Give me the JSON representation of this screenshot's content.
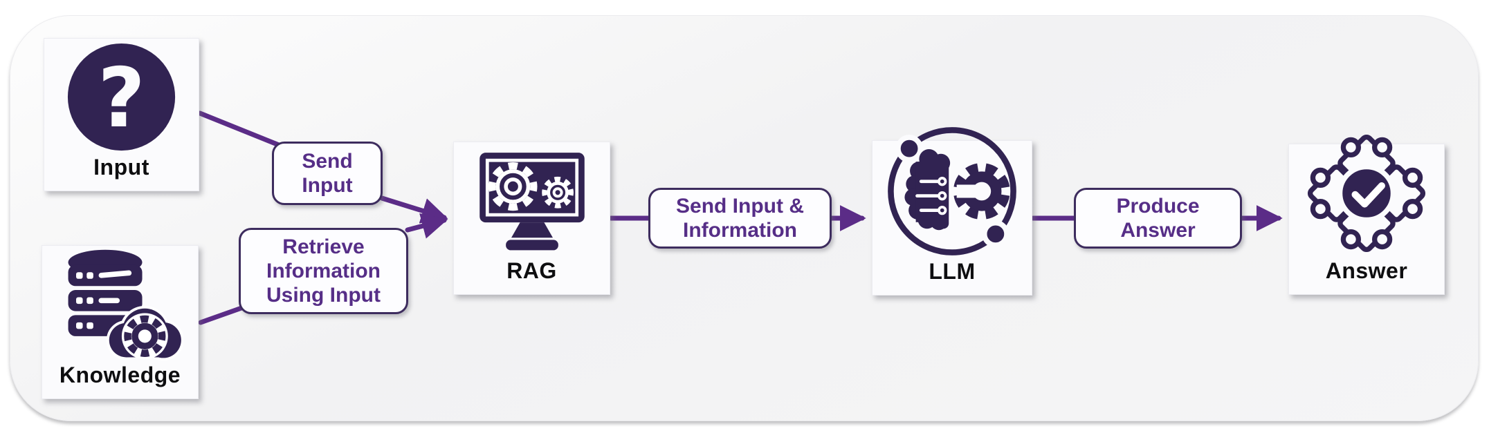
{
  "colors": {
    "icon_ink": "#312352",
    "arrow_purple": "#5b2c87",
    "tag_text_purple": "#562e87",
    "tag_border": "#3d2c5e",
    "canvas_background": "#f3f3f4",
    "card_background": "#fbfbfd",
    "node_label_color": "#0e0e10"
  },
  "nodes": [
    {
      "id": "input",
      "label": "Input",
      "icon": "question-mark-icon"
    },
    {
      "id": "knowledge",
      "label": "Knowledge",
      "icon": "database-gear-icon"
    },
    {
      "id": "rag",
      "label": "RAG",
      "icon": "monitor-gears-icon"
    },
    {
      "id": "llm",
      "label": "LLM",
      "icon": "brain-gear-orbit-icon"
    },
    {
      "id": "answer",
      "label": "Answer",
      "icon": "puzzle-check-icon"
    }
  ],
  "connectors": [
    {
      "id": "send-input",
      "lines": [
        "Send",
        "Input"
      ]
    },
    {
      "id": "retrieve-information",
      "lines": [
        "Retrieve",
        "Information",
        "Using Input"
      ]
    },
    {
      "id": "send-input-information",
      "lines": [
        "Send Input &",
        "Information"
      ]
    },
    {
      "id": "produce-answer",
      "lines": [
        "Produce",
        "Answer"
      ]
    }
  ]
}
